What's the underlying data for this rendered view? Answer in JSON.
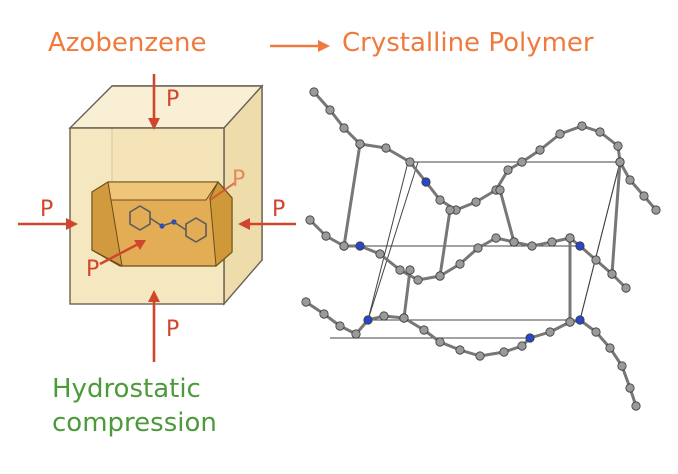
{
  "title": {
    "from": "Azobenzene",
    "to": "Crystalline Polymer"
  },
  "caption": {
    "line1": "Hydrostatic",
    "line2": "compression"
  },
  "pressure_label": "P",
  "colors": {
    "title": "#f07a3e",
    "caption": "#4c9a3a",
    "pressure": "#d0462c",
    "cell_face": "#f3e3b4",
    "crystal": "#e3ad55",
    "atom_carbon": "#9a9a9a",
    "atom_nitrogen": "#2b47c7"
  }
}
